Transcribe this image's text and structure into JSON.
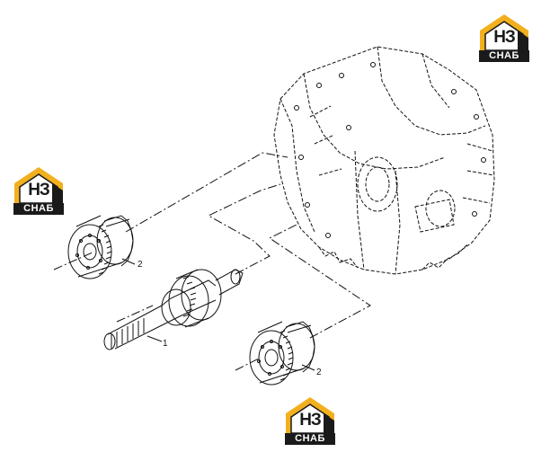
{
  "logo": {
    "mark": "НЗ",
    "word": "СНАБ",
    "accent": "#f2b01e",
    "dark": "#1a1a1a"
  },
  "callouts": {
    "gear_top": "2",
    "shaft": "1",
    "gear_bottom": "2"
  },
  "colors": {
    "line": "#111111",
    "background": "#ffffff"
  }
}
